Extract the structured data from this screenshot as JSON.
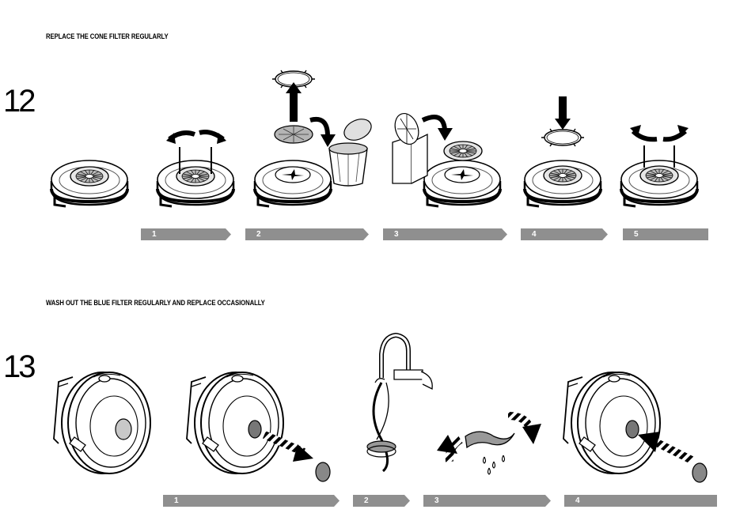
{
  "section12": {
    "number": "12",
    "heading": "REPLACE THE CONE FILTER REGULARLY",
    "steps": [
      "1",
      "2",
      "3",
      "4",
      "5"
    ]
  },
  "section13": {
    "number": "13",
    "heading": "WASH OUT THE BLUE FILTER REGULARLY AND REPLACE OCCASIONALLY",
    "steps": [
      "1",
      "2",
      "3",
      "4"
    ]
  },
  "colors": {
    "bar": "#8f8f8f",
    "ink": "#000000",
    "grey_fill": "#b5b5b5"
  }
}
